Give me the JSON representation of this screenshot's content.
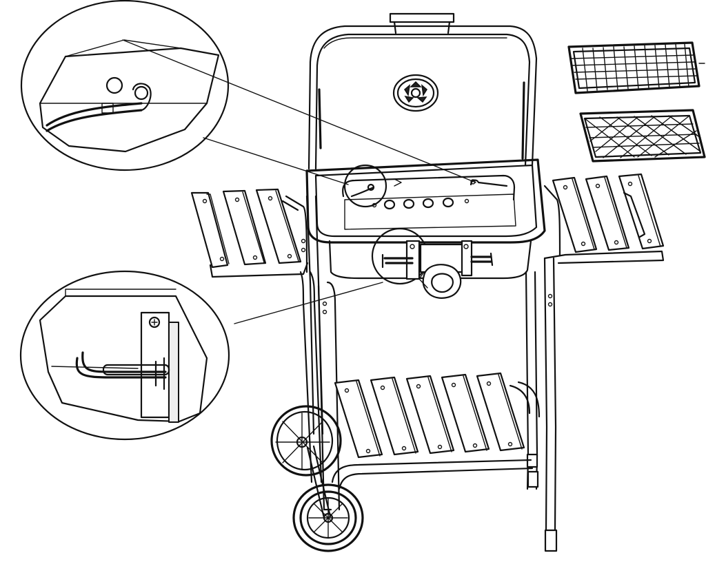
{
  "figure": {
    "description_id": "grill-assembly-step",
    "parts": [
      "lid",
      "bowl",
      "left-side-shelf",
      "right-side-shelf",
      "bottom-shelf",
      "legs",
      "wheels",
      "cooking-grate",
      "charcoal-grate",
      "vent-damper",
      "handle",
      "adjustment-knob"
    ],
    "callouts": [
      "detail-top",
      "detail-bottom"
    ]
  }
}
